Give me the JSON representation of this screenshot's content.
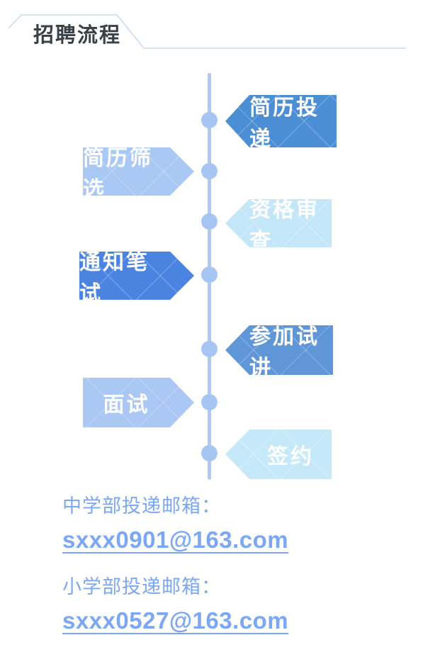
{
  "header": {
    "title": "招聘流程"
  },
  "flow": {
    "line_color": "#adc9f4",
    "dot_color": "#a7c5f3",
    "steps": [
      {
        "label": "简历投递",
        "side": "right",
        "direction": "left",
        "color": "#4b8ed3",
        "text_color": "#ffffff"
      },
      {
        "label": "简历筛选",
        "side": "left",
        "direction": "right",
        "color": "#aac8f4",
        "text_color": "#ffffff"
      },
      {
        "label": "资格审查",
        "side": "right",
        "direction": "left",
        "color": "#c3e7f8",
        "text_color": "#ffffff"
      },
      {
        "label": "通知笔试",
        "side": "left",
        "direction": "right",
        "color": "#4b84e0",
        "text_color": "#ffffff"
      },
      {
        "label": "参加试讲",
        "side": "right",
        "direction": "left",
        "color": "#5f96d8",
        "text_color": "#ffffff"
      },
      {
        "label": "面试",
        "side": "left",
        "direction": "right",
        "color": "#abc7f4",
        "text_color": "#ffffff"
      },
      {
        "label": "签约",
        "side": "right",
        "direction": "left",
        "color": "#c5e9f8",
        "text_color": "#ffffff"
      }
    ]
  },
  "contacts": [
    {
      "label": "中学部投递邮箱：",
      "email": "sxxx0901@163.com"
    },
    {
      "label": "小学部投递邮箱：",
      "email": "sxxx0527@163.com"
    }
  ],
  "colors": {
    "title_text": "#3b4046",
    "header_line": "#c8daf3",
    "contact_text": "#7ba7f5",
    "background": "#ffffff"
  }
}
